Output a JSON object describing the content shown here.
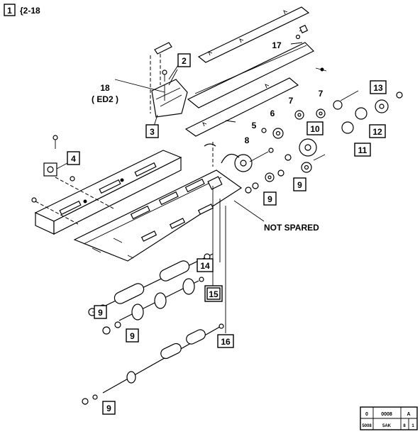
{
  "header": {
    "ref_box": "1",
    "ref_text": "{2-18"
  },
  "callouts": {
    "c2": "2",
    "c3": "3",
    "c4": "4",
    "c5": "5",
    "c6": "6",
    "c7a": "7",
    "c7b": "7",
    "c8": "8",
    "c9a": "9",
    "c9b": "9",
    "c9c": "9",
    "c9d": "9",
    "c9e": "9",
    "c10": "10",
    "c11": "11",
    "c12": "12",
    "c13": "13",
    "c14": "14",
    "c15": "15",
    "c16": "16",
    "c17": "17",
    "c18": "18",
    "c18sub": "( ED2 )"
  },
  "note": "NOT SPARED",
  "corner_box": {
    "r1c1": "0",
    "r1c2": "0008",
    "r1c3": "A",
    "r2c1": "5008",
    "r2c2": "5AK",
    "r2c3": "8",
    "r2c4": "1"
  }
}
